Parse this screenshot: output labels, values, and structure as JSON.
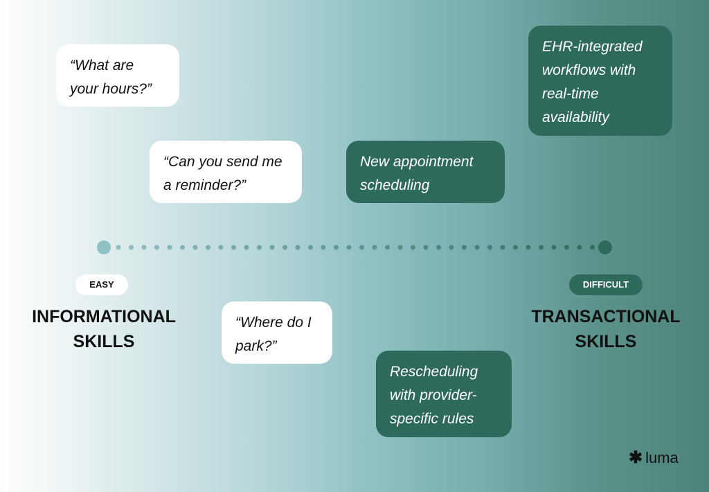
{
  "bubbles_informational": [
    {
      "text": "“What are your hours?”"
    },
    {
      "text": "“Can you send me a reminder?”"
    },
    {
      "text": "“Where do I park?”"
    }
  ],
  "bubbles_transactional": [
    {
      "text": "EHR-integrated workflows with real-time availability"
    },
    {
      "text": "New appointment scheduling"
    },
    {
      "text": "Rescheduling with provider-specific rules"
    }
  ],
  "scale": {
    "easy_label": "EASY",
    "difficult_label": "DIFFICULT",
    "left_heading": "INFORMATIONAL SKILLS",
    "right_heading": "TRANSACTIONAL SKILLS",
    "start_color": "#8fc1c5",
    "end_color": "#2e6a5c"
  },
  "logo": {
    "text": "luma",
    "icon": "asterisk-icon"
  }
}
